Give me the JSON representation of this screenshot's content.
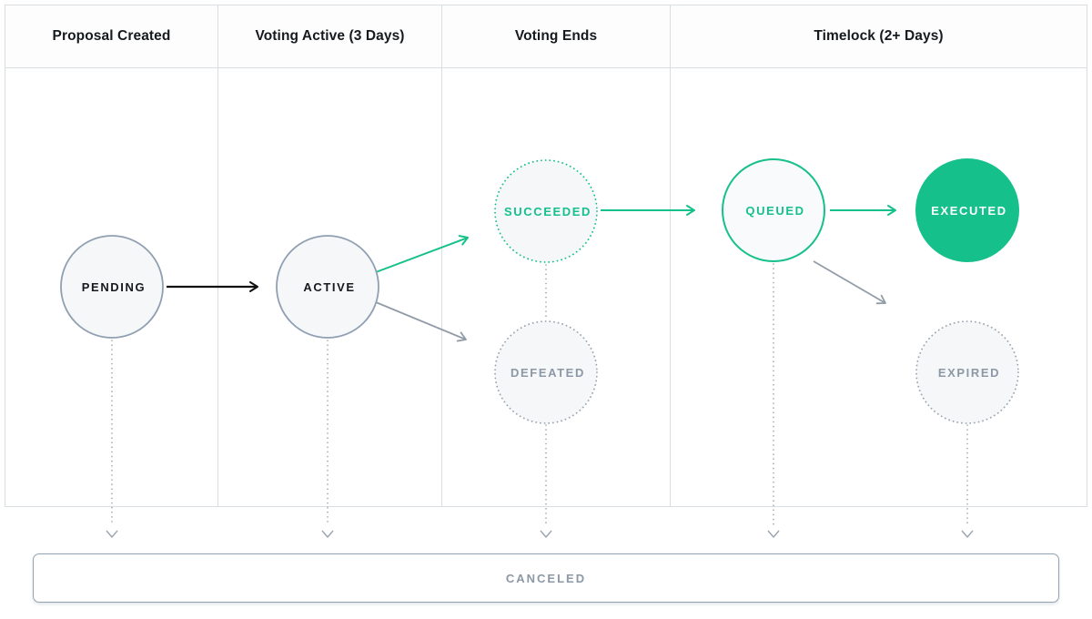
{
  "columns": [
    {
      "label": "Proposal Created"
    },
    {
      "label": "Voting Active (3 Days)"
    },
    {
      "label": "Voting Ends"
    },
    {
      "label": "Timelock (2+ Days)"
    }
  ],
  "nodes": {
    "pending": {
      "label": "PENDING",
      "style": "solid-gray-outline"
    },
    "active": {
      "label": "ACTIVE",
      "style": "solid-gray-outline"
    },
    "succeeded": {
      "label": "SUCCEEDED",
      "style": "dotted-green-outline"
    },
    "defeated": {
      "label": "DEFEATED",
      "style": "dotted-gray-outline"
    },
    "queued": {
      "label": "QUEUED",
      "style": "solid-green-outline"
    },
    "executed": {
      "label": "EXECUTED",
      "style": "filled-green"
    },
    "expired": {
      "label": "EXPIRED",
      "style": "dotted-gray-outline"
    }
  },
  "canceled": {
    "label": "CANCELED"
  },
  "transitions": [
    {
      "from": "pending",
      "to": "active",
      "color": "black"
    },
    {
      "from": "active",
      "to": "succeeded",
      "color": "green"
    },
    {
      "from": "active",
      "to": "defeated",
      "color": "gray"
    },
    {
      "from": "succeeded",
      "to": "queued",
      "color": "green"
    },
    {
      "from": "queued",
      "to": "executed",
      "color": "green"
    },
    {
      "from": "queued",
      "to": "expired",
      "color": "gray"
    },
    {
      "from": "pending",
      "to": "canceled",
      "color": "gray-dotted"
    },
    {
      "from": "active",
      "to": "canceled",
      "color": "gray-dotted"
    },
    {
      "from": "succeeded",
      "to": "defeated",
      "color": "gray-dotted"
    },
    {
      "from": "defeated",
      "to": "canceled",
      "color": "gray-dotted"
    },
    {
      "from": "queued",
      "to": "canceled",
      "color": "gray-dotted"
    },
    {
      "from": "expired",
      "to": "canceled",
      "color": "gray-dotted"
    }
  ],
  "colors": {
    "green": "#16c08a",
    "gray_stroke": "#929ca8",
    "gray_text": "#8c98a6",
    "node_outline_gray": "#90a0b2",
    "node_fill": "#f5f7f9",
    "table_border": "#d9dee3",
    "header_text": "#16191d",
    "black_arrow": "#111111"
  }
}
